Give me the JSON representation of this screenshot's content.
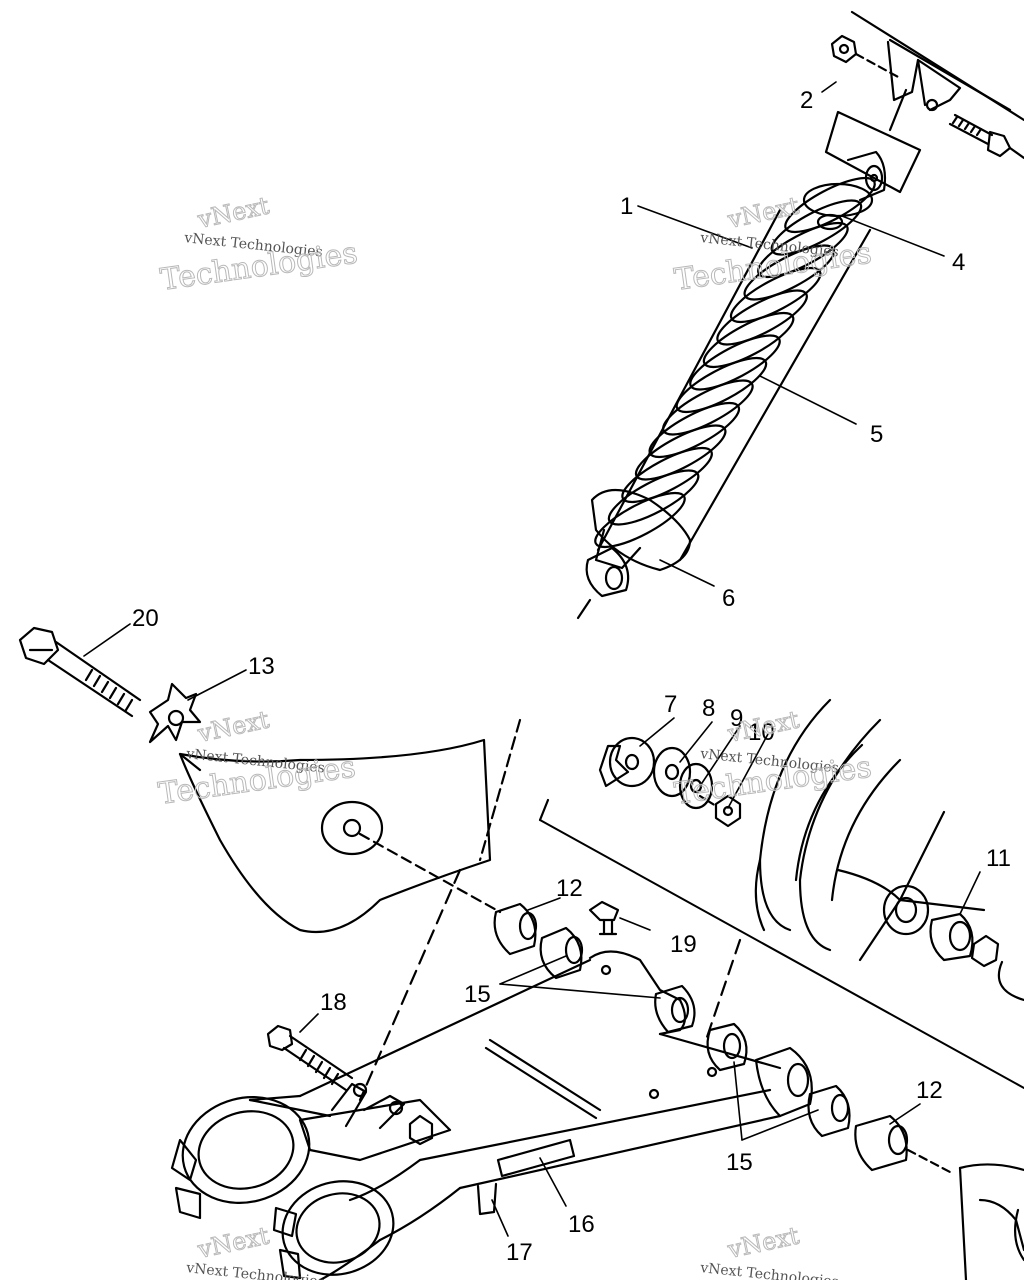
{
  "watermark": {
    "brand": "vNext",
    "company": "vNext Technologies",
    "word": "Technologies"
  },
  "callouts": [
    "1",
    "2",
    "4",
    "5",
    "6",
    "7",
    "8",
    "9",
    "10",
    "11",
    "12",
    "12",
    "13",
    "15",
    "15",
    "16",
    "17",
    "18",
    "19",
    "20"
  ]
}
